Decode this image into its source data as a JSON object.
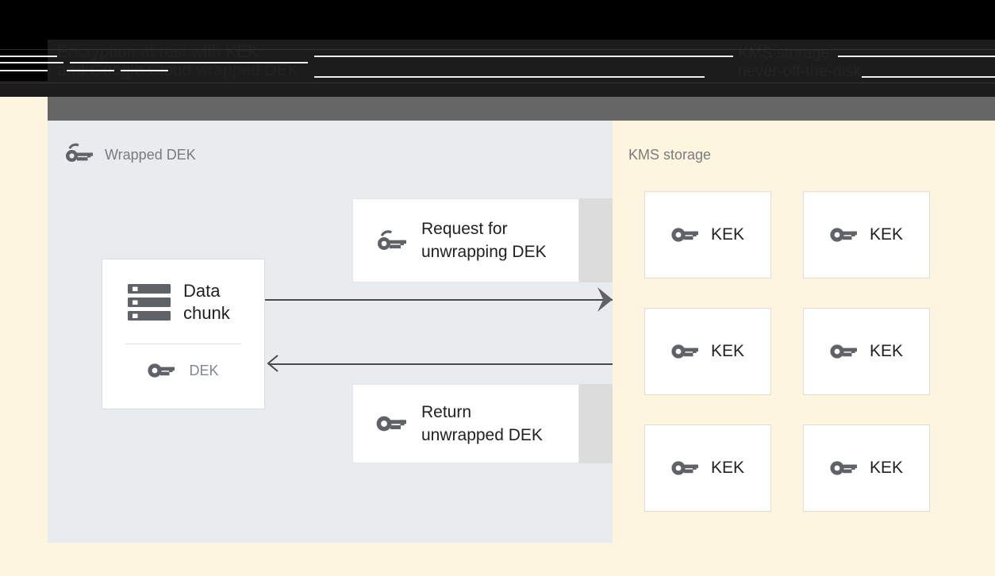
{
  "header": {
    "title_line1": "Encryption at rest with KEK",
    "title_line2": "and Google Cloud wrapped DEK",
    "title": "Encryption at rest with KEK\nand Google Cloud wrapped DEK",
    "right_label": "KMS storage\nnever-off-the-disk",
    "right_label_line1": "KMS storage",
    "right_label_line2": "never-off-the-disk"
  },
  "left_panel": {
    "title": "Wrapped DEK",
    "icon": "wrapped-key-icon",
    "data_chunk_card": {
      "icon": "database-stack-icon",
      "label": "Data\nchunk",
      "dek_icon": "key-icon",
      "dek_label": "DEK"
    },
    "messages": [
      {
        "icon": "wrapped-key-icon",
        "label": "Request for\nunwrapping DEK",
        "direction": "right"
      },
      {
        "icon": "key-icon",
        "label": "Return\nunwrapped DEK",
        "direction": "left"
      }
    ]
  },
  "right_panel": {
    "title": "KMS storage",
    "keys": [
      {
        "icon": "key-icon",
        "label": "KEK"
      },
      {
        "icon": "key-icon",
        "label": "KEK"
      },
      {
        "icon": "key-icon",
        "label": "KEK"
      },
      {
        "icon": "key-icon",
        "label": "KEK"
      },
      {
        "icon": "key-icon",
        "label": "KEK"
      },
      {
        "icon": "key-icon",
        "label": "KEK"
      }
    ]
  },
  "colors": {
    "page_background": "#fdf5e0",
    "left_panel": "#e8ecef",
    "right_panel": "#fdf5e0",
    "header_bar": "#000000",
    "sub_bar": "#666666",
    "icon": "#5f6368",
    "text_primary": "#202124",
    "text_muted": "#7b7b7b",
    "card_border": "#dadce0",
    "arrow": "#4a4a4a"
  }
}
